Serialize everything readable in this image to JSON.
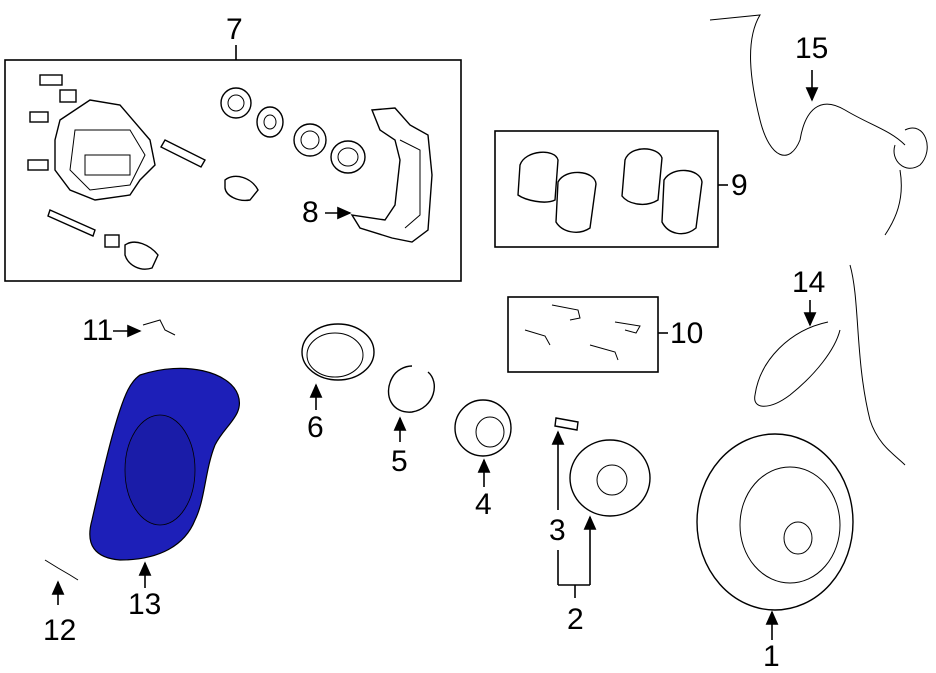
{
  "diagram": {
    "labels": {
      "p1": "1",
      "p2": "2",
      "p3": "3",
      "p4": "4",
      "p5": "5",
      "p6": "6",
      "p7": "7",
      "p8": "8",
      "p9": "9",
      "p10": "10",
      "p11": "11",
      "p12": "12",
      "p13": "13",
      "p14": "14",
      "p15": "15"
    },
    "colors": {
      "highlight": "#1d1fb8",
      "line": "#000000"
    }
  }
}
